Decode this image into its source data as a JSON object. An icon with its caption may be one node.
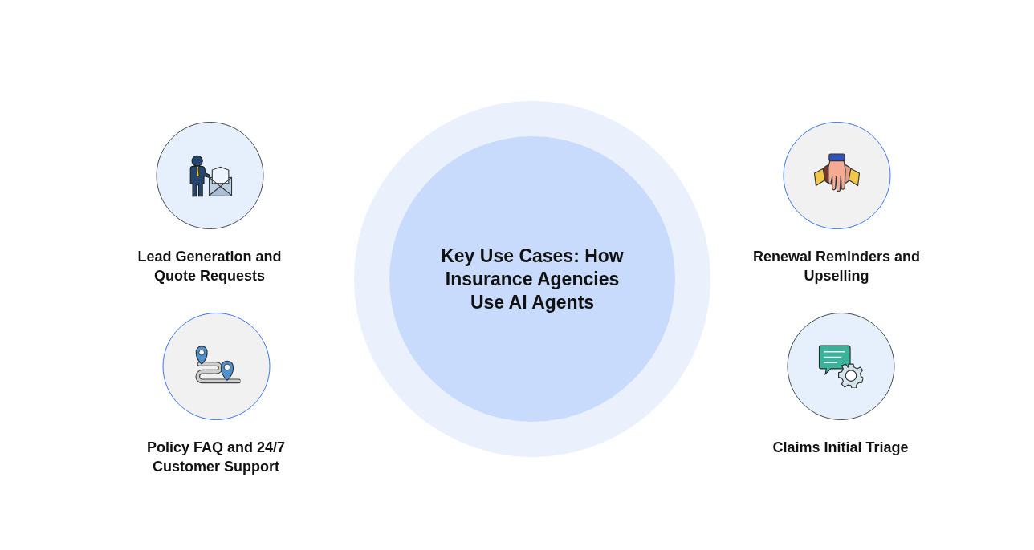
{
  "diagram": {
    "nodes": [
      {
        "text": [
          "Key Use Cases: How Insurance Agencies Use AI Agents"
        ]
      },
      {
        "text": [
          "Lead Generation and Quote Requests"
        ]
      },
      {
        "text": [
          "Renewal Reminders and Upselling"
        ]
      },
      {
        "text": [
          "Policy FAQ and 24/7 Customer Support"
        ]
      },
      {
        "text": [
          "Claims Initial Triage"
        ]
      }
    ]
  }
}
